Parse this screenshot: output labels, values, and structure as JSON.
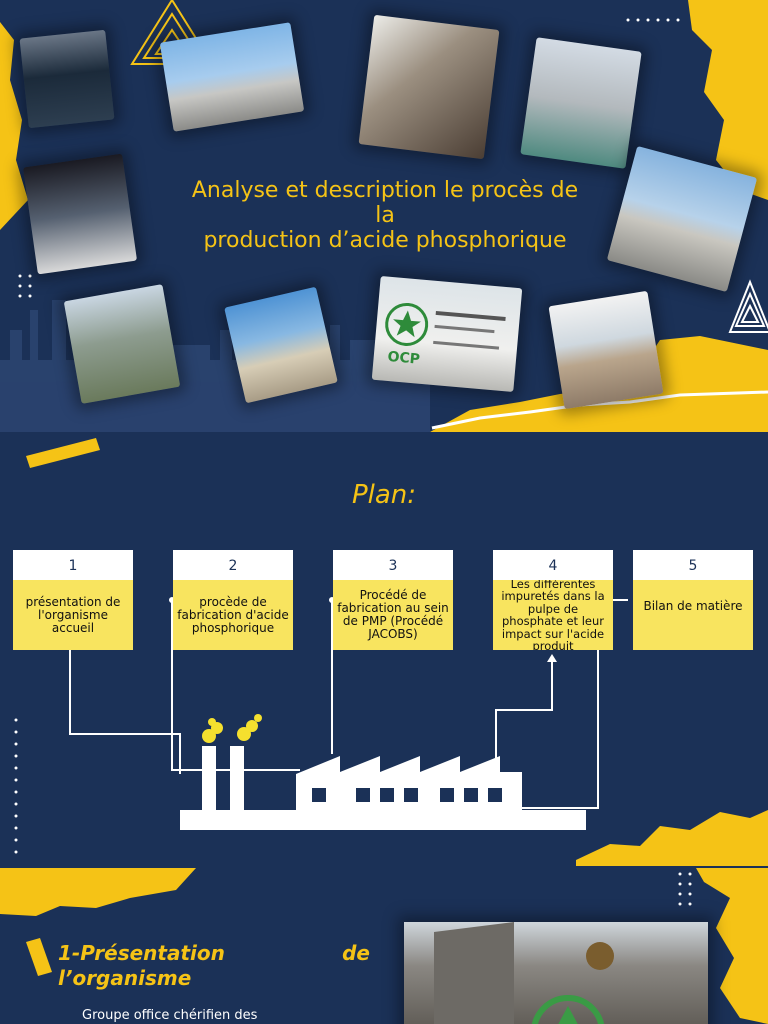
{
  "slide1": {
    "title_line1": "Analyse et description le procès de",
    "title_line2": "la",
    "title_line3": "production d’acide phosphorique",
    "ocp_logo_text": "OCP"
  },
  "slide2": {
    "plan_title": "Plan:",
    "items": [
      {
        "number": "1",
        "label": "présentation de l'organisme accueil"
      },
      {
        "number": "2",
        "label": "procède de fabrication d'acide phosphorique"
      },
      {
        "number": "3",
        "label": "Procédé de fabrication au sein de PMP (Procédé JACOBS)"
      },
      {
        "number": "4",
        "label": "Les différentes impuretés dans la pulpe de phosphate et leur impact sur l'acide produit"
      },
      {
        "number": "5",
        "label": "Bilan de matière"
      }
    ]
  },
  "slide3": {
    "section_title_part1": "1-Présentation",
    "section_title_part2": "de",
    "section_title_line2": "l’organisme",
    "body_text": "Groupe office chérifien des"
  },
  "colors": {
    "navy": "#1b3157",
    "yellow": "#f5c316",
    "note_yellow": "#f8e45f"
  }
}
